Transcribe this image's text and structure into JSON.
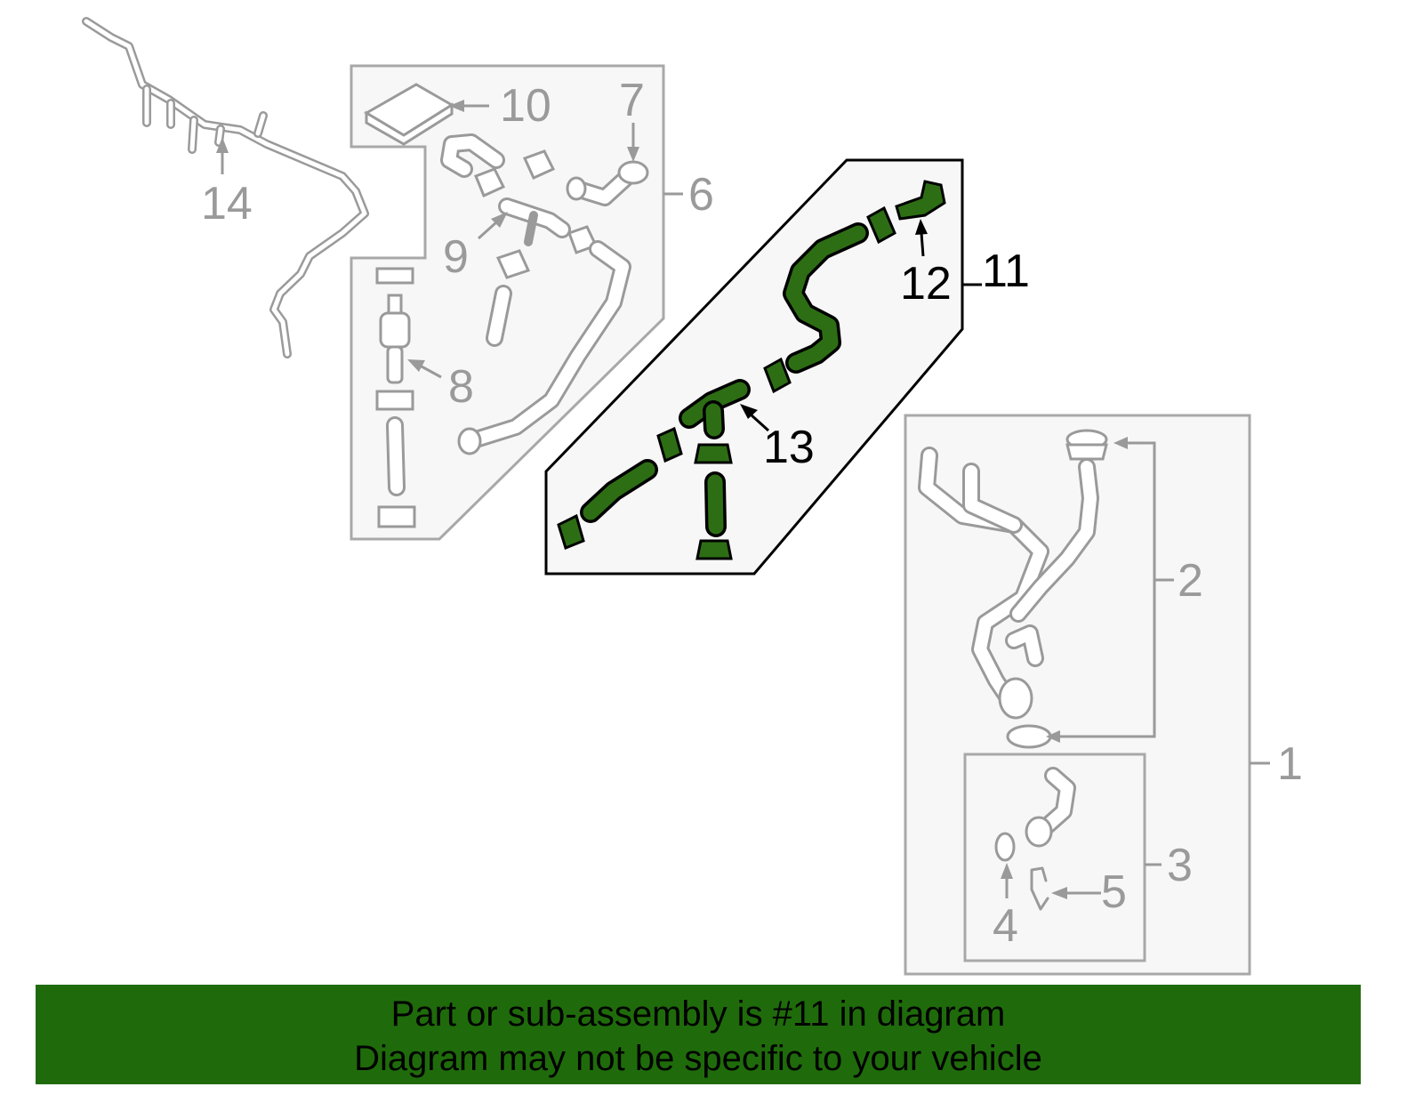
{
  "callouts": {
    "c1": "1",
    "c2": "2",
    "c3": "3",
    "c4": "4",
    "c5": "5",
    "c6": "6",
    "c7": "7",
    "c8": "8",
    "c9": "9",
    "c10": "10",
    "c11": "11",
    "c12": "12",
    "c13": "13",
    "c14": "14"
  },
  "highlighted_part": "11",
  "colors": {
    "highlight": "#2d6e14",
    "banner": "#1f6b0b",
    "parts": "#9a9a9a"
  },
  "banner": {
    "line1": "Part or sub-assembly is #11 in diagram",
    "line2": "Diagram may not be specific to your vehicle"
  }
}
